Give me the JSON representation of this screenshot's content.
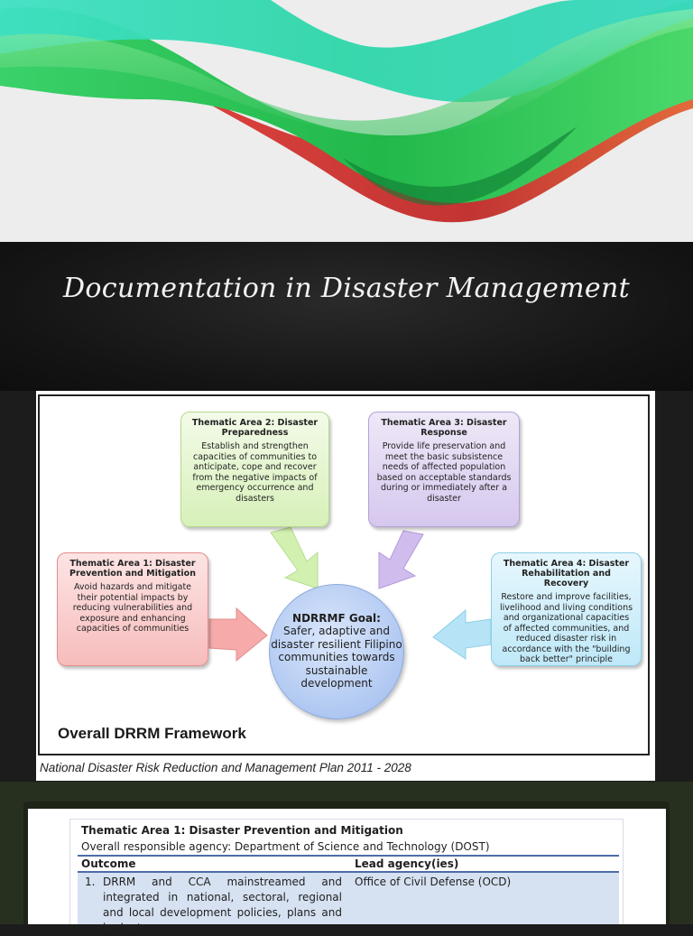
{
  "page": {
    "title": "Documentation in Disaster Management"
  },
  "colors": {
    "banner_bg": "#ededed",
    "wave_green": "#3ad16a",
    "wave_teal": "#2fd6b8",
    "wave_red": "#d9423c",
    "title_band": "#161616",
    "bottom_band": "#27301f",
    "table_rule": "#4a6ea9",
    "row_highlight": "#d6e1f1"
  },
  "framework": {
    "goal": {
      "title": "NDRRMF Goal:",
      "text": "Safer, adaptive and disaster resilient Filipino communities towards sustainable development"
    },
    "thematic_areas": [
      {
        "title": "Thematic Area 1: Disaster Prevention and Mitigation",
        "text": "Avoid hazards and mitigate their potential impacts by reducing vulnerabilities and exposure and enhancing capacities of communities",
        "color": "#f7bcbc"
      },
      {
        "title": "Thematic Area 2: Disaster Preparedness",
        "text": "Establish and strengthen capacities of communities to anticipate, cope and recover from the negative impacts of emergency occurrence and disasters",
        "color": "#d7f0b8"
      },
      {
        "title": "Thematic Area 3: Disaster Response",
        "text": "Provide life preservation and meet the basic subsistence needs of affected population based on acceptable standards during or immediately after a disaster",
        "color": "#d6c8ee"
      },
      {
        "title": "Thematic Area 4: Disaster Rehabilitation and Recovery",
        "text": "Restore and improve facilities, livelihood and living conditions and organizational capacities of affected communities, and reduced disaster risk in accordance with the \"building back better\" principle",
        "color": "#bfe8f8"
      }
    ],
    "label": "Overall DRRM Framework",
    "caption": "National Disaster Risk Reduction and Management Plan 2011 - 2028"
  },
  "table": {
    "heading": "Thematic Area 1: Disaster Prevention and Mitigation",
    "agency": "Overall responsible agency: Department of Science and Technology (DOST)",
    "columns": [
      "Outcome",
      "Lead agency(ies)"
    ],
    "rows": [
      {
        "number": "1.",
        "outcome": "DRRM and CCA mainstreamed and integrated in national, sectoral, regional and local development policies, plans and budget",
        "lead": "Office of Civil Defense (OCD)"
      }
    ]
  }
}
